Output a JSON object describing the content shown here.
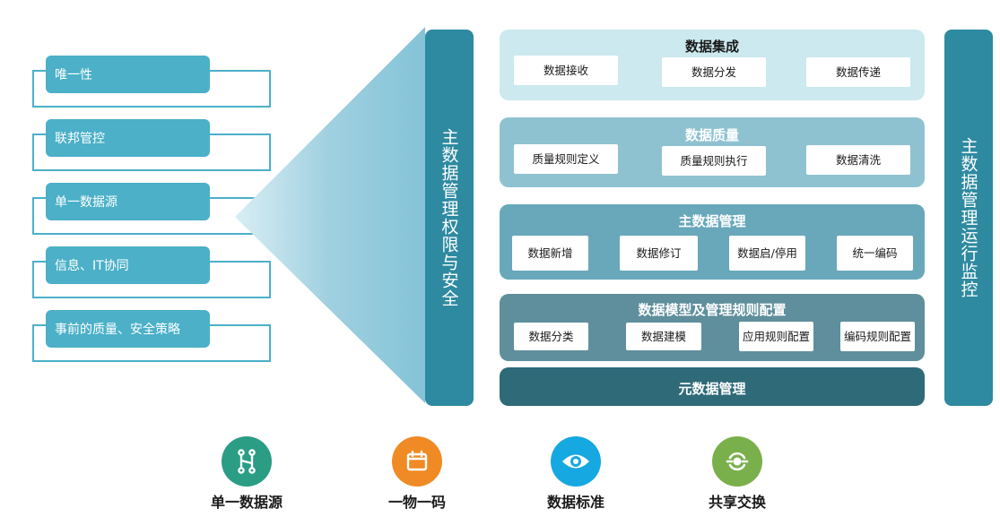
{
  "left_items": [
    "唯一性",
    "联邦管控",
    "单一数据源",
    "信息、IT协同",
    "事前的质量、安全策略"
  ],
  "left_bar": "主数据管理权限与安全",
  "right_bar": "主数据管理运行监控",
  "layers": {
    "integration": {
      "title": "数据集成",
      "items": [
        "数据接收",
        "数据分发",
        "数据传递"
      ]
    },
    "quality": {
      "title": "数据质量",
      "items": [
        "质量规则定义",
        "质量规则执行",
        "数据清洗"
      ]
    },
    "mdm": {
      "title": "主数据管理",
      "items": [
        "数据新增",
        "数据修订",
        "数据启/停用",
        "统一编码"
      ]
    },
    "model": {
      "title": "数据模型及管理规则配置",
      "items": [
        "数据分类",
        "数据建模",
        "应用规则配置",
        "编码规则配置"
      ]
    },
    "metadata": {
      "title": "元数据管理"
    }
  },
  "bottom_icons": [
    {
      "label": "单一数据源",
      "icon": "data-source-icon",
      "color": "#2a9d84"
    },
    {
      "label": "一物一码",
      "icon": "calendar-icon",
      "color": "#f08a24"
    },
    {
      "label": "数据标准",
      "icon": "eye-icon",
      "color": "#16a8e0"
    },
    {
      "label": "共享交换",
      "icon": "exchange-icon",
      "color": "#7ab04b"
    }
  ]
}
